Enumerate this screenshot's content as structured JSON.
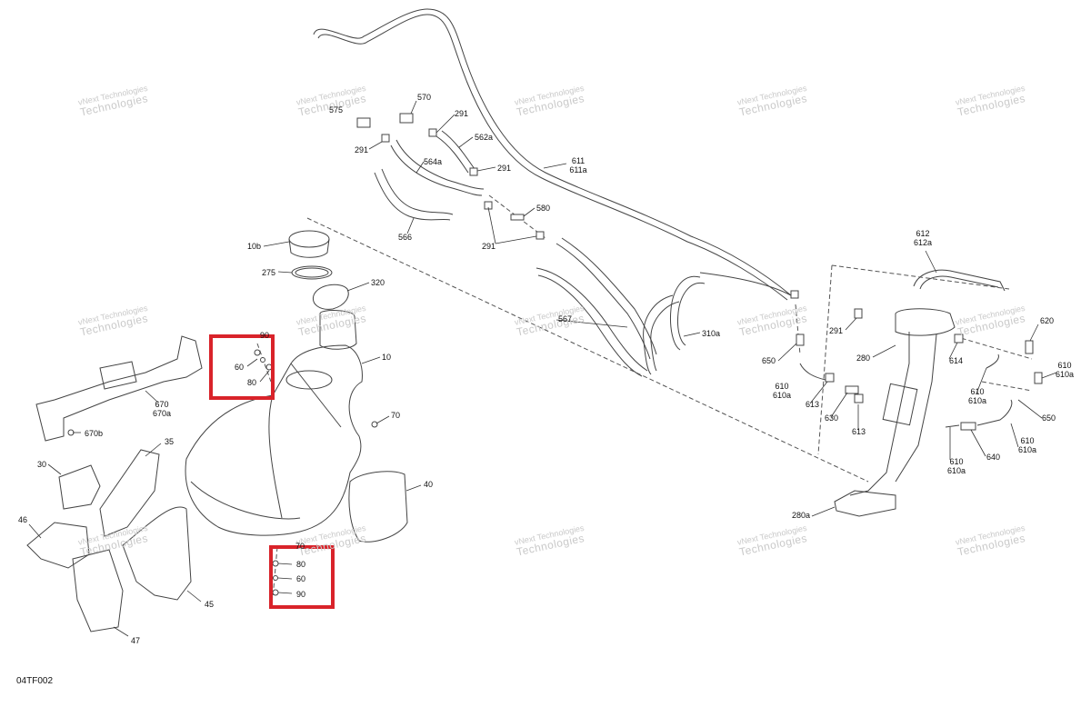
{
  "figure_id": "04TF002",
  "watermark": {
    "line1": "vNext Technologies",
    "line2": "Technologies"
  },
  "highlight_color": "#d9232a",
  "callouts": {
    "c10b": "10b",
    "c275": "275",
    "c320": "320",
    "c10": "10",
    "c70": "70",
    "c90_top": "90",
    "c60_top": "60",
    "c80_top": "80",
    "c80_bot": "80",
    "c60_bot": "60",
    "c90_bot": "90",
    "c70_bot": "70",
    "c670": "670",
    "c670a": "670a",
    "c670b": "670b",
    "c30": "30",
    "c35": "35",
    "c40": "40",
    "c45": "45",
    "c46": "46",
    "c47": "47",
    "c570": "570",
    "c575": "575",
    "c291_a": "291",
    "c291_b": "291",
    "c291_c": "291",
    "c291_d": "291",
    "c562a": "562a",
    "c564a": "564a",
    "c566": "566",
    "c580": "580",
    "c611": "611",
    "c611a": "611a",
    "c567": "567",
    "c310a": "310a",
    "c612": "612",
    "c612a": "612a",
    "c291_e": "291",
    "c280": "280",
    "c614": "614",
    "c620": "620",
    "c650_a": "650",
    "c650_b": "650",
    "c610_a": "610",
    "c610a_a": "610a",
    "c610_b": "610",
    "c610a_b": "610a",
    "c610_c": "610",
    "c610a_c": "610a",
    "c610_d": "610",
    "c610a_d": "610a",
    "c610_e": "610",
    "c610a_e": "610a",
    "c613_a": "613",
    "c613_b": "613",
    "c630": "630",
    "c640": "640",
    "c280a": "280a"
  }
}
